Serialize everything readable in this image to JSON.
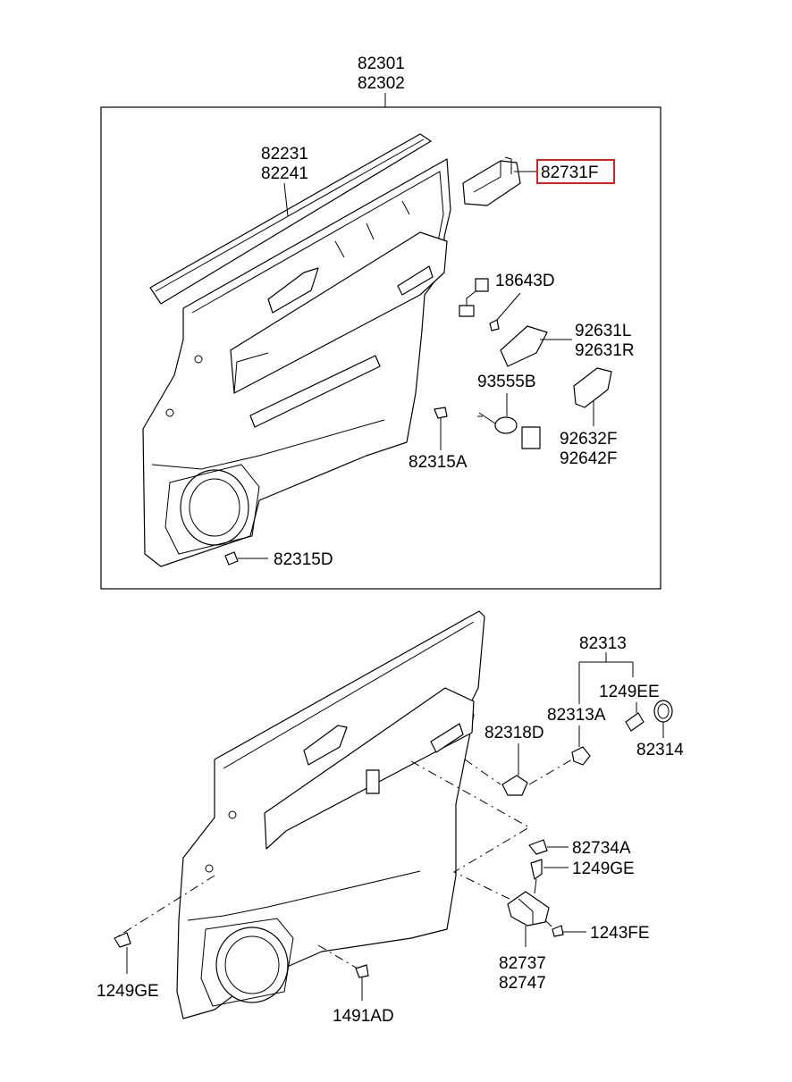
{
  "upper_assembly": {
    "labels": {
      "trim_a": "82301",
      "trim_b": "82302",
      "weatherstrip_a": "82231",
      "weatherstrip_b": "82241",
      "pocket": "82731F",
      "bulb": "18643D",
      "lens_a": "92631L",
      "lens_b": "92631R",
      "lamp": "93555B",
      "cover_a": "92632F",
      "cover_b": "92642F",
      "clip_a": "82315A",
      "clip_d": "82315D"
    }
  },
  "lower_assembly": {
    "labels": {
      "handle_assy": "82313",
      "screw_ee": "1249EE",
      "handle_a": "82313A",
      "ring": "82314",
      "retainer": "82318D",
      "grommet": "82734A",
      "screw_ge_right": "1249GE",
      "screw_fe": "1243FE",
      "bracket_a": "82737",
      "bracket_b": "82747",
      "screw_ge_left": "1249GE",
      "clip_ad": "1491AD"
    }
  },
  "highlight": {
    "color": "#e02020",
    "target": "82731F"
  }
}
